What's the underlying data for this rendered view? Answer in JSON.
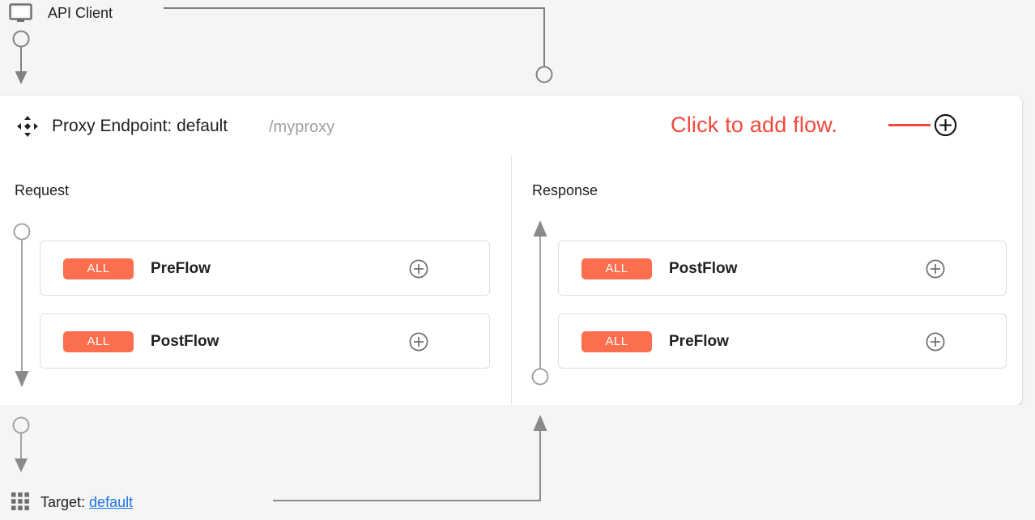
{
  "client": {
    "label": "API Client",
    "icon": "monitor-icon"
  },
  "header": {
    "drag_icon": "move-icon",
    "title": "Proxy Endpoint: default",
    "path": "/myproxy",
    "annotation": "Click to add flow.",
    "annotation_color": "#f4473b",
    "add_icon": "plus-circle-icon",
    "menu_icon": "kebab-menu-icon"
  },
  "panes": {
    "request": {
      "title": "Request",
      "flows": [
        {
          "badge": "ALL",
          "name": "PreFlow",
          "add_icon": "plus-circle-icon",
          "menu_icon": "kebab-menu-icon"
        },
        {
          "badge": "ALL",
          "name": "PostFlow",
          "add_icon": "plus-circle-icon",
          "menu_icon": "kebab-menu-icon"
        }
      ]
    },
    "response": {
      "title": "Response",
      "flows": [
        {
          "badge": "ALL",
          "name": "PostFlow",
          "add_icon": "plus-circle-icon",
          "menu_icon": "kebab-menu-icon"
        },
        {
          "badge": "ALL",
          "name": "PreFlow",
          "add_icon": "plus-circle-icon",
          "menu_icon": "kebab-menu-icon"
        }
      ]
    }
  },
  "target": {
    "icon": "apps-grid-icon",
    "label": "Target:",
    "link": "default"
  },
  "colors": {
    "badge": "#fb6e4e",
    "annotation": "#f4473b",
    "link": "#1a73e8",
    "connector": "#818181",
    "canvas": "#f5f5f5"
  }
}
